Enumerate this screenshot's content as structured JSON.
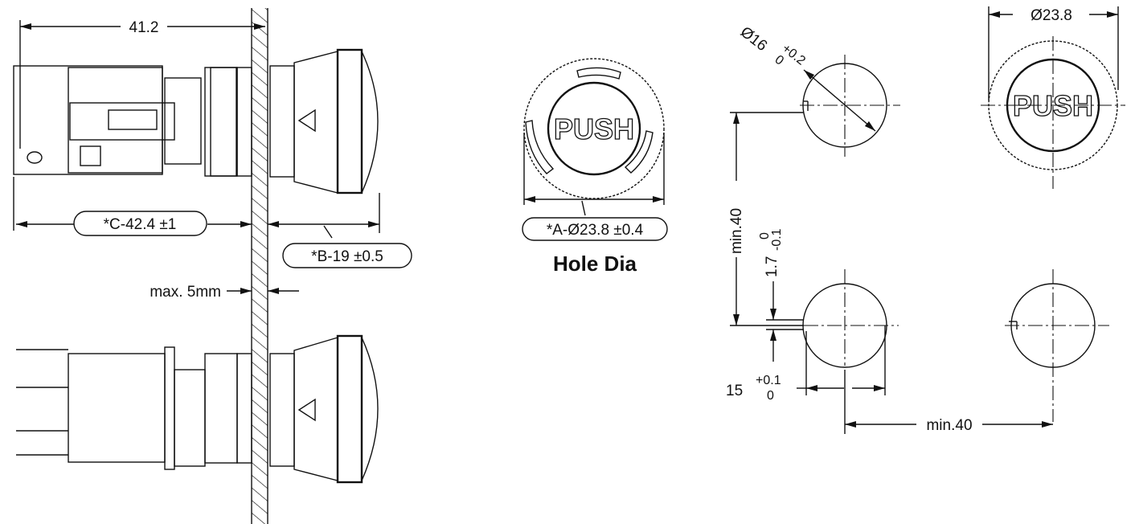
{
  "side_view": {
    "overall_length": "41.2",
    "dim_c": "*C-42.4 ±1",
    "dim_b": "*B-19 ±0.5",
    "panel_thickness": "max. 5mm"
  },
  "front_view": {
    "button_label": "PUSH",
    "dim_a": "*A-Ø23.8 ±0.4",
    "caption": "Hole Dia"
  },
  "cutout": {
    "hole_dia": "Ø16",
    "hole_tol_upper": "+0.2",
    "hole_tol_lower": "0",
    "vertical_pitch": "min.40",
    "key_width": "1.7",
    "key_tol_upper": "0",
    "key_tol_lower": "-0.1",
    "key_depth": "15",
    "key_depth_tol_upper": "+0.1",
    "key_depth_tol_lower": "0",
    "horizontal_pitch": "min.40",
    "bezel_dia": "Ø23.8",
    "button_label": "PUSH"
  }
}
